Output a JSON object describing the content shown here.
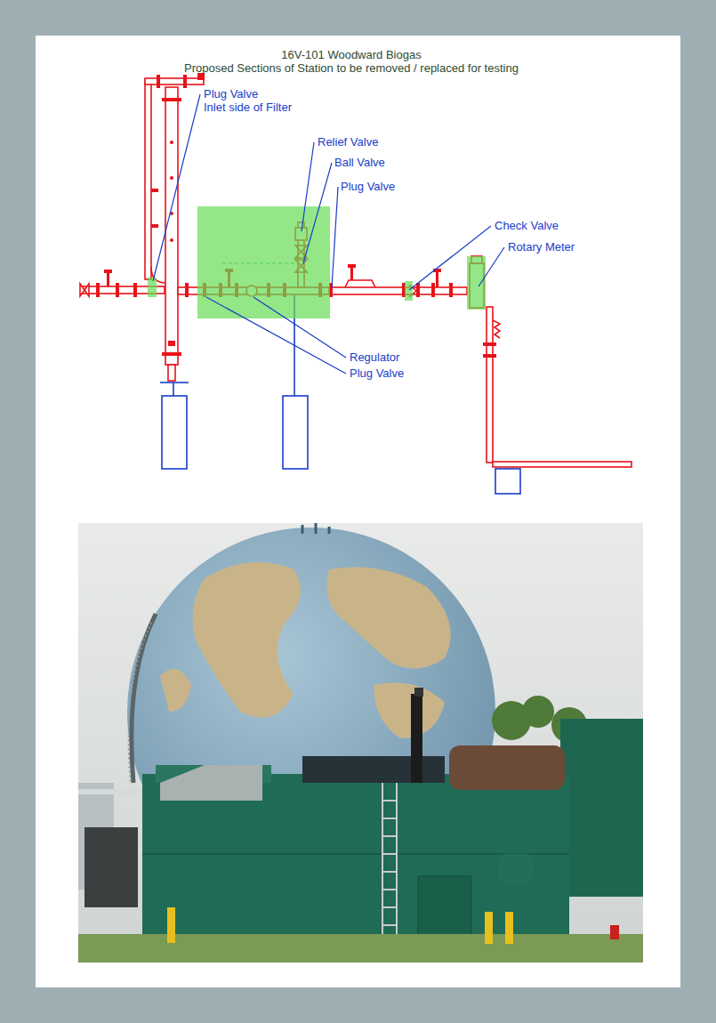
{
  "diagram": {
    "title": "16V-101 Woodward Biogas",
    "labels": [
      "Proposed Sections of Station to be removed / replaced for testing",
      "Plug Valve",
      "Inlet side of Filter",
      "Relief Valve",
      "Ball Valve",
      "Plug Valve",
      "Check Valve",
      "Rotary Meter",
      "Regulator",
      "Plug Valve"
    ]
  }
}
